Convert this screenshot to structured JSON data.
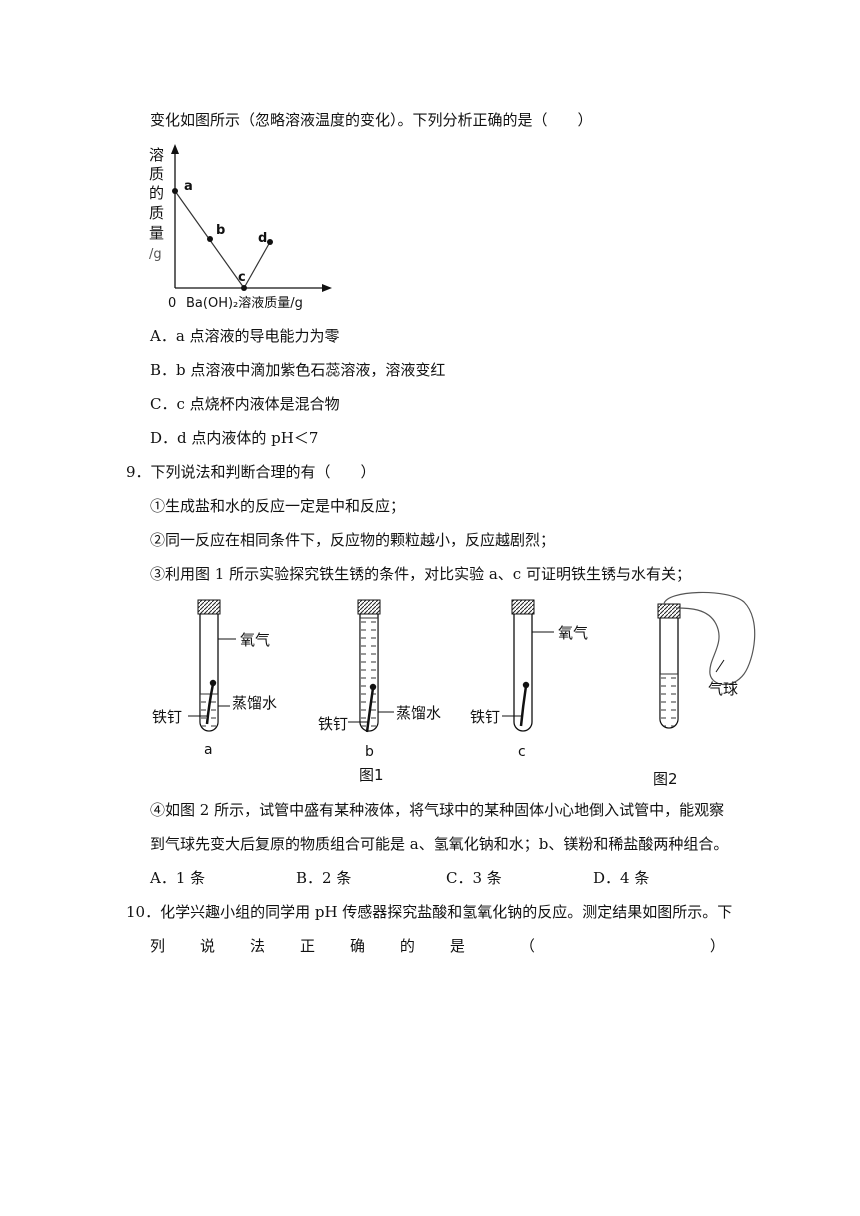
{
  "q8": {
    "stem_tail": "变化如图所示（忽略溶液温度的变化）。下列分析正确的是（　　）",
    "graph": {
      "ylabel_chars": [
        "溶",
        "质",
        "的",
        "质",
        "量"
      ],
      "yunit": "/g",
      "origin": "0",
      "xlabel": "Ba(OH)₂溶液质量/g",
      "points": [
        "a",
        "b",
        "c",
        "d"
      ]
    },
    "options": [
      "A．a 点溶液的导电能力为零",
      "B．b 点溶液中滴加紫色石蕊溶液，溶液变红",
      "C．c 点烧杯内液体是混合物",
      "D．d 点内液体的 pH＜7"
    ]
  },
  "q9": {
    "stem": "9．下列说法和判断合理的有（　　）",
    "items": [
      "①生成盐和水的反应一定是中和反应；",
      "②同一反应在相同条件下，反应物的颗粒越小，反应越剧烈；",
      "③利用图 1 所示实验探究铁生锈的条件，对比实验 a、c 可证明铁生锈与水有关；"
    ],
    "figure": {
      "oxygen": "氧气",
      "water": "蒸馏水",
      "nail": "铁钉",
      "balloon": "气球",
      "tube_a": "a",
      "tube_b": "b",
      "tube_c": "c",
      "fig1": "图1",
      "fig2": "图2"
    },
    "item4_line1": "④如图 2 所示，试管中盛有某种液体，将气球中的某种固体小心地倒入试管中，能观察",
    "item4_line2": "到气球先变大后复原的物质组合可能是 a、氢氧化钠和水；b、镁粉和稀盐酸两种组合。",
    "options": [
      "A．1 条",
      "B．2 条",
      "C．3 条",
      "D．4 条"
    ]
  },
  "q10": {
    "line1": "10．化学兴趣小组的同学用 pH 传感器探究盐酸和氢氧化钠的反应。测定结果如图所示。下",
    "line2_words": [
      "列",
      "说",
      "法",
      "正",
      "确",
      "的",
      "是",
      "（",
      "）"
    ]
  }
}
